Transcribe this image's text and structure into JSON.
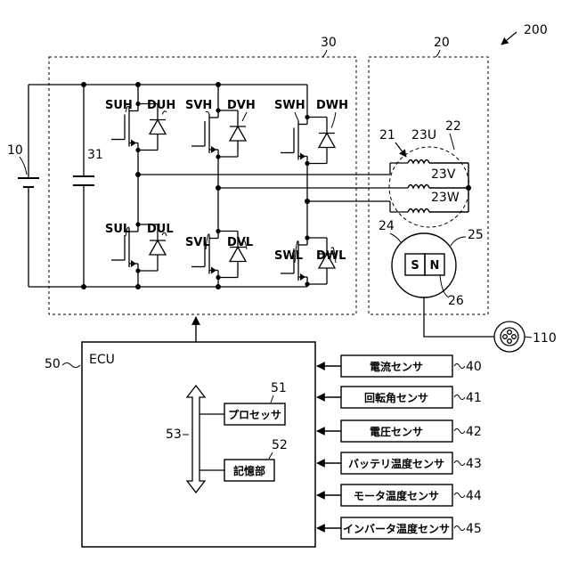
{
  "refs": {
    "system": "200",
    "inverter": "30",
    "motor_unit": "20",
    "battery": "10",
    "capacitor": "31",
    "coil_group": "21",
    "coil_boundary": "22",
    "u_coil": "23U",
    "v_coil": "23V",
    "w_coil": "23W",
    "rotor": "24",
    "rotor_outline": "25",
    "magnet": "26",
    "wheel": "110",
    "ecu_ref": "50",
    "processor_ref": "51",
    "memory_ref": "52",
    "bus_ref": "53"
  },
  "switches": {
    "suh": "SUH",
    "duh": "DUH",
    "svh": "SVH",
    "dvh": "DVH",
    "swh": "SWH",
    "dwh": "DWH",
    "sul": "SUL",
    "dul": "DUL",
    "svl": "SVL",
    "dvl": "DVL",
    "swl": "SWL",
    "dwl": "DWL"
  },
  "magnet_poles": {
    "south": "S",
    "north": "N"
  },
  "ecu": {
    "title": "ECU",
    "processor": "プロセッサ",
    "memory": "記憶部"
  },
  "sensors": [
    {
      "label": "電流センサ",
      "ref": "40"
    },
    {
      "label": "回転角センサ",
      "ref": "41"
    },
    {
      "label": "電圧センサ",
      "ref": "42"
    },
    {
      "label": "バッテリ温度センサ",
      "ref": "43"
    },
    {
      "label": "モータ温度センサ",
      "ref": "44"
    },
    {
      "label": "インバータ温度センサ",
      "ref": "45"
    }
  ]
}
